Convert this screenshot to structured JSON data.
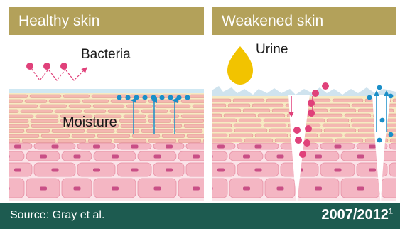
{
  "panels": {
    "healthy": {
      "title": "Healthy skin",
      "label_bacteria": "Bacteria",
      "label_moisture": "Moisture"
    },
    "weakened": {
      "title": "Weakened skin",
      "label_urine": "Urine"
    }
  },
  "footer": {
    "source": "Source: Gray et al.",
    "year": "2007/2012",
    "footnote": "1"
  },
  "colors": {
    "header": "#b3a15a",
    "footer": "#1d5b50",
    "bacteria": "#e0417a",
    "moisture": "#1a8fc8",
    "urine": "#f2c300",
    "cell": "#f4b6c3",
    "nucleus": "#c94f86"
  }
}
